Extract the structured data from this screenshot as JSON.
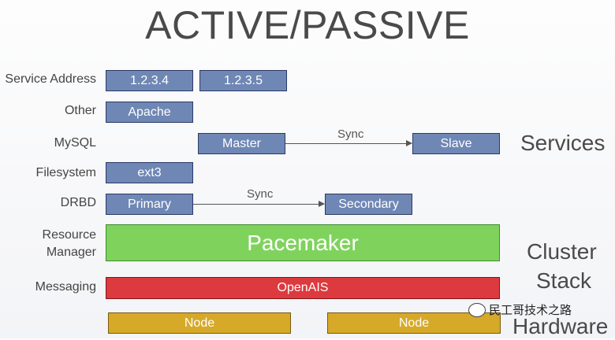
{
  "title": "ACTIVE/PASSIVE",
  "labels": {
    "service_address": "Service Address",
    "other": "Other",
    "mysql": "MySQL",
    "filesystem": "Filesystem",
    "drbd": "DRBD",
    "resource_manager_1": "Resource",
    "resource_manager_2": "Manager",
    "messaging": "Messaging"
  },
  "boxes": {
    "ip1": "1.2.3.4",
    "ip2": "1.2.3.5",
    "apache": "Apache",
    "master": "Master",
    "slave": "Slave",
    "ext3": "ext3",
    "primary": "Primary",
    "secondary": "Secondary",
    "pacemaker": "Pacemaker",
    "openais": "OpenAIS",
    "node1": "Node",
    "node2": "Node"
  },
  "sync": {
    "mysql": "Sync",
    "drbd": "Sync"
  },
  "side_labels": {
    "services": "Services",
    "cluster_1": "Cluster",
    "cluster_2": "Stack",
    "hardware": "Hardware"
  },
  "watermark": "民工哥技术之路",
  "colors": {
    "blue": "#6f87b4",
    "green": "#7fd35d",
    "red": "#dc3a3e",
    "yellow": "#d6a928"
  }
}
